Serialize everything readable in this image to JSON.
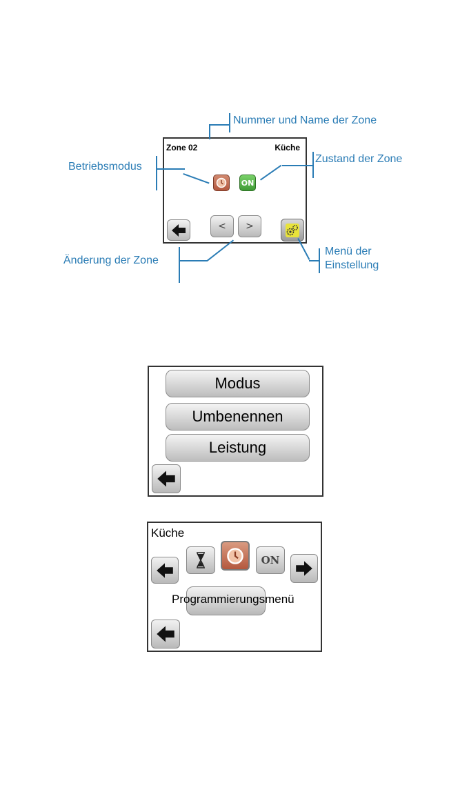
{
  "annotated_screen": {
    "zone_number": "Zone 02",
    "zone_name": "Küche",
    "on_label": "ON",
    "prev_label": "<",
    "next_label": ">"
  },
  "annotations": {
    "zone_number_name": "Nummer und Name der Zone",
    "operating_mode": "Betriebsmodus",
    "zone_state": "Zustand der Zone",
    "zone_change": "Änderung der Zone",
    "settings_menu_line1": "Menü der",
    "settings_menu_line2": "Einstellung",
    "color": "#2a7cb5"
  },
  "settings_menu_screen": {
    "items": [
      "Modus",
      "Umbenennen",
      "Leistung"
    ]
  },
  "mode_screen": {
    "zone_name": "Küche",
    "on_label": "ON",
    "program_menu_label": "Programmierungsmenü"
  },
  "icons": [
    "back-arrow-icon",
    "clock-icon",
    "gear-icon",
    "hourglass-icon",
    "forward-arrow-icon"
  ]
}
